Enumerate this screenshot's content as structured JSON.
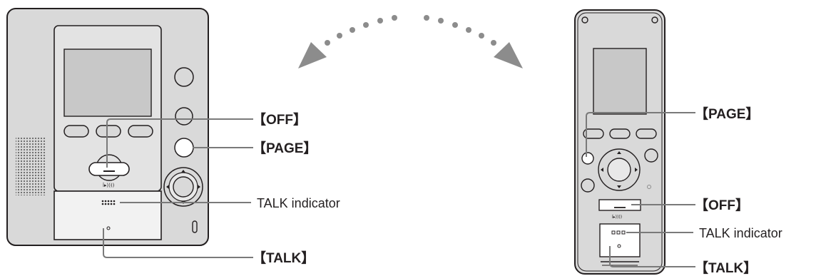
{
  "main_monitor": {
    "labels": {
      "off": "【OFF】",
      "page": "【PAGE】",
      "talk_indicator": "TALK indicator",
      "talk": "【TALK】"
    }
  },
  "sub_monitor": {
    "labels": {
      "page": "【PAGE】",
      "off": "【OFF】",
      "talk_indicator": "TALK indicator",
      "talk": "【TALK】"
    }
  },
  "colors": {
    "device_body": "#d9d9d9",
    "device_outline": "#231f20",
    "screen": "#c8c8c8",
    "leader_line": "#7a7a7a",
    "arrow": "#8c8c8c",
    "dots": "#8c8c8c"
  }
}
